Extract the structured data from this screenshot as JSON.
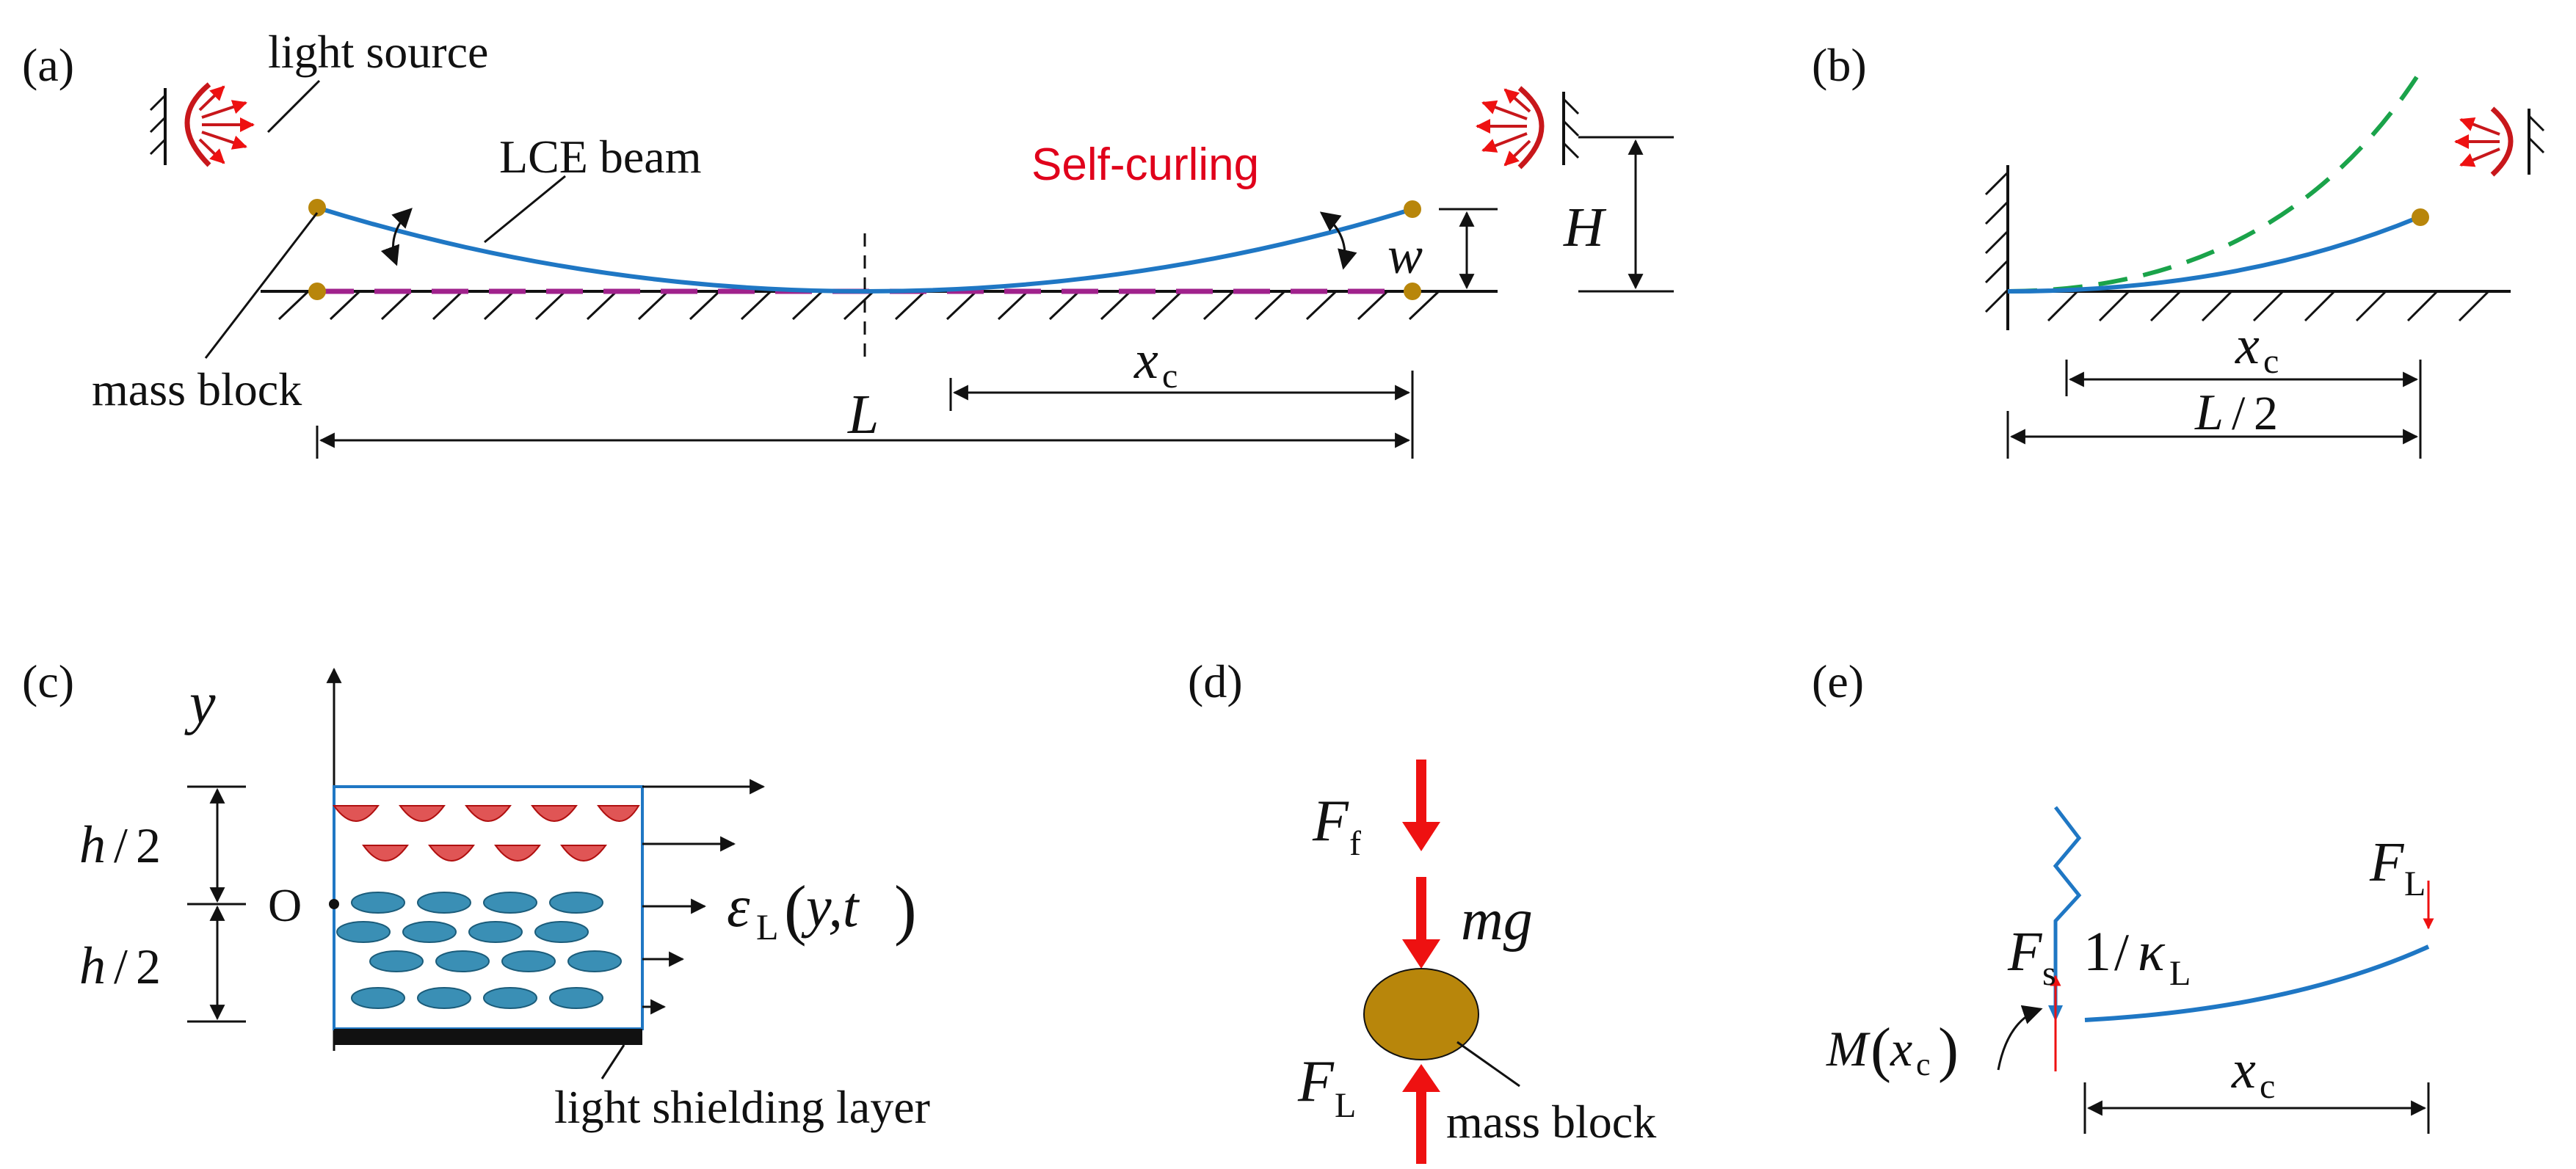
{
  "colors": {
    "beam": "#1f77c4",
    "dashed_surface": "#a0228c",
    "mass_block": "#b8860b",
    "light_red": "#c8171b",
    "self_curling": "#e0001b",
    "dashed_green": "#1aa34a",
    "force_arrow": "#ee1111",
    "lc_cell": "#3a8fb5",
    "lc_cup": "#e05555"
  },
  "panels": {
    "a": {
      "tag": "(a)",
      "light_source": "light source",
      "beam_label": "LCE beam",
      "self_curling": "Self-curling",
      "mass_block": "mass block",
      "H": "H",
      "w": "w",
      "x": "x",
      "c": "c",
      "L": "L"
    },
    "b": {
      "tag": "(b)",
      "x": "x",
      "c": "c",
      "L": "L",
      "two": "2"
    },
    "c": {
      "tag": "(c)",
      "y": "y",
      "h": "h",
      "two": "2",
      "origin": "O",
      "eps": "ε",
      "L": "L",
      "args": "y,t",
      "shield": "light shielding layer"
    },
    "d": {
      "tag": "(d)",
      "F": "F",
      "f": "f",
      "mg": "mg",
      "L": "L",
      "mass_block": "mass block"
    },
    "e": {
      "tag": "(e)",
      "F": "F",
      "L": "L",
      "s": "s",
      "one": "1",
      "kappa": "κ",
      "M": "M",
      "x": "x",
      "c": "c"
    }
  }
}
